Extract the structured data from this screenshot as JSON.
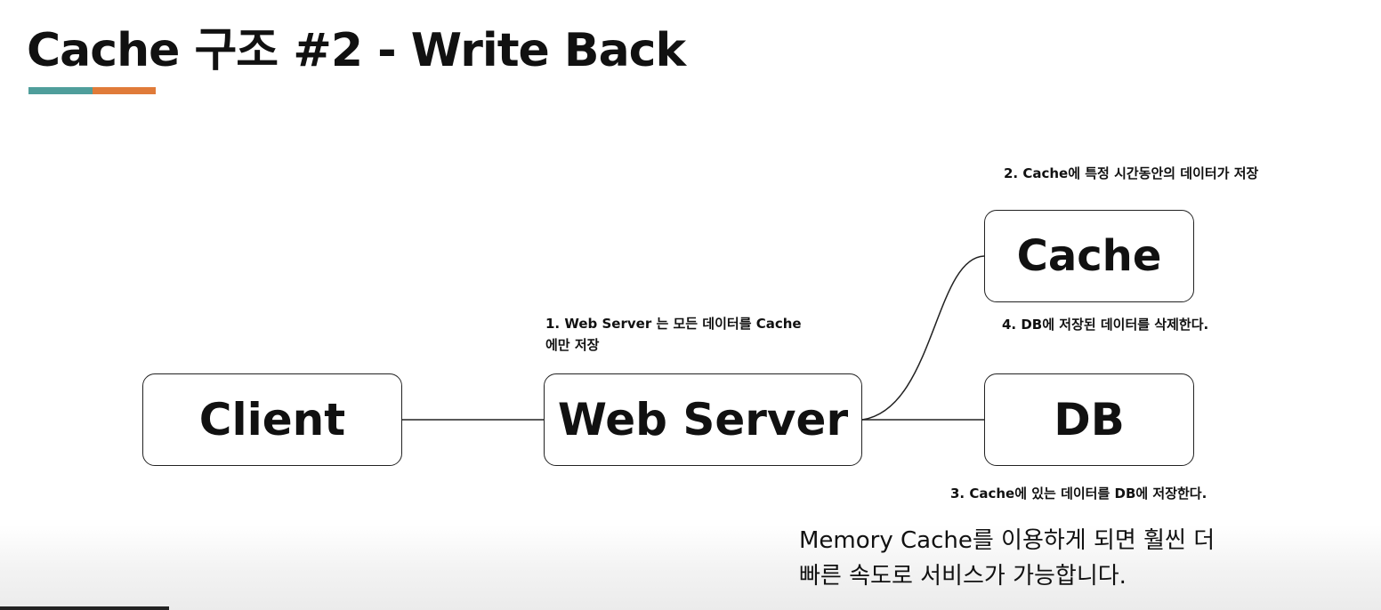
{
  "slide": {
    "title": "Cache 구조 #2 - Write Back",
    "accent_colors": [
      "#4f9e9b",
      "#e07b39"
    ]
  },
  "nodes": {
    "client": "Client",
    "web_server": "Web Server",
    "cache": "Cache",
    "db": "DB"
  },
  "notes": {
    "step1": "1. Web Server 는 모든 데이터를 Cache에만 저장",
    "step2": "2. Cache에 특정 시간동안의 데이터가 저장",
    "step3": "3. Cache에 있는 데이터를 DB에 저장한다.",
    "step4": "4. DB에 저장된 데이터를 삭제한다."
  },
  "caption": {
    "line1": "Memory Cache를 이용하게 되면 훨씬 더",
    "line2": "빠른 속도로 서비스가 가능합니다."
  }
}
